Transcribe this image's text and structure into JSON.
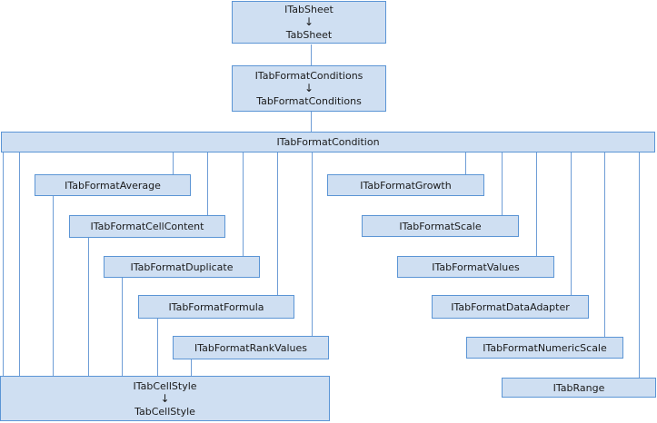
{
  "glyphs": {
    "down_arrow": "↓"
  },
  "colors": {
    "box_fill": "#cfdff2",
    "box_border": "#5b95d5",
    "connector": "#6e9dd6",
    "text": "#1a1a1a",
    "background": "#ffffff"
  },
  "nodes": {
    "sheet": {
      "interface": "ITabSheet",
      "class": "TabSheet"
    },
    "format_conditions": {
      "interface": "ITabFormatConditions",
      "class": "TabFormatConditions"
    },
    "format_condition": {
      "label": "ITabFormatCondition"
    },
    "left_column": [
      {
        "label": "ITabFormatAverage"
      },
      {
        "label": "ITabFormatCellContent"
      },
      {
        "label": "ITabFormatDuplicate"
      },
      {
        "label": "ITabFormatFormula"
      },
      {
        "label": "ITabFormatRankValues"
      }
    ],
    "right_column": [
      {
        "label": "ITabFormatGrowth"
      },
      {
        "label": "ITabFormatScale"
      },
      {
        "label": "ITabFormatValues"
      },
      {
        "label": "ITabFormatDataAdapter"
      },
      {
        "label": "ITabFormatNumericScale"
      },
      {
        "label": "ITabRange"
      }
    ],
    "cell_style": {
      "interface": "ITabCellStyle",
      "class": "TabCellStyle"
    }
  }
}
